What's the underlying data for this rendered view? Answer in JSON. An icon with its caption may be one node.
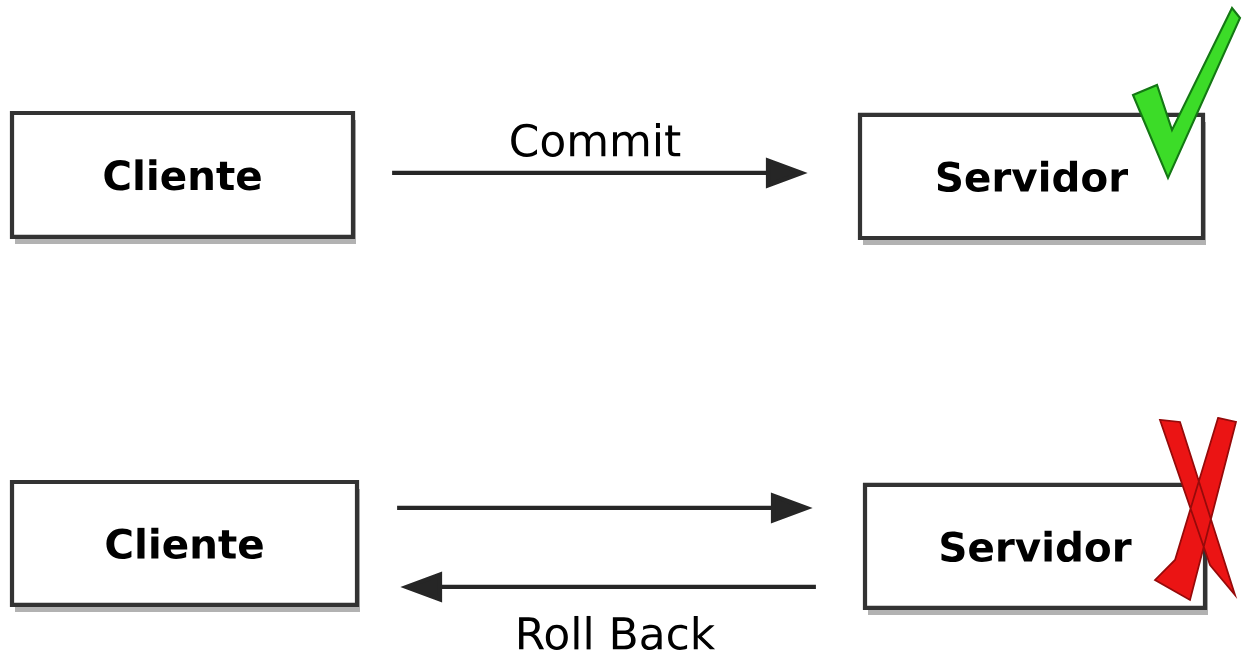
{
  "diagram": {
    "nodes": [
      {
        "text": [
          "Cliente"
        ]
      },
      {
        "text": [
          "Servidor"
        ]
      },
      {
        "text": [
          "Cliente"
        ]
      },
      {
        "text": [
          "Servidor"
        ]
      }
    ],
    "edges": [
      {
        "from": 0,
        "to": 1,
        "arrow": "to",
        "label": "Commit"
      },
      {
        "from": 2,
        "to": 3,
        "arrow": "to"
      },
      {
        "from": 3,
        "to": 2,
        "arrow": "to",
        "label": "Roll Back"
      }
    ]
  }
}
